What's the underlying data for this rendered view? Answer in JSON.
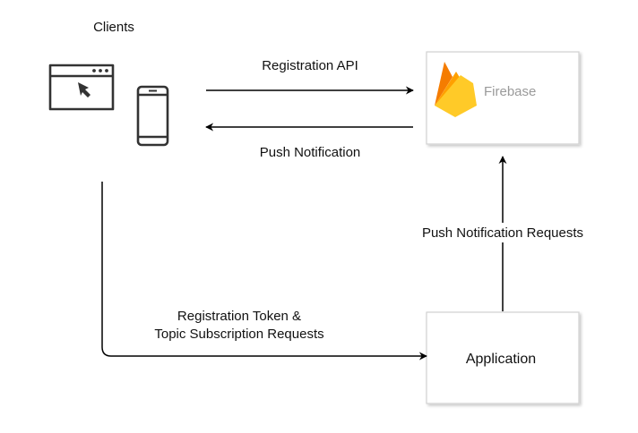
{
  "clients": {
    "title": "Clients"
  },
  "nodes": {
    "firebase": {
      "label": "Firebase"
    },
    "application": {
      "label": "Application"
    }
  },
  "edges": {
    "registration_api": "Registration API",
    "push_notification": "Push Notification",
    "push_notification_requests": "Push Notification Requests",
    "registration_token_line1": "Registration Token &",
    "registration_token_line2": "Topic Subscription Requests"
  },
  "icons": {
    "browser": "browser-window-icon",
    "mobile": "mobile-phone-icon",
    "firebase": "firebase-flame-icon"
  },
  "colors": {
    "firebase_yellow": "#FFCA28",
    "firebase_orange": "#F57C00",
    "firebase_amber": "#FFA000"
  }
}
